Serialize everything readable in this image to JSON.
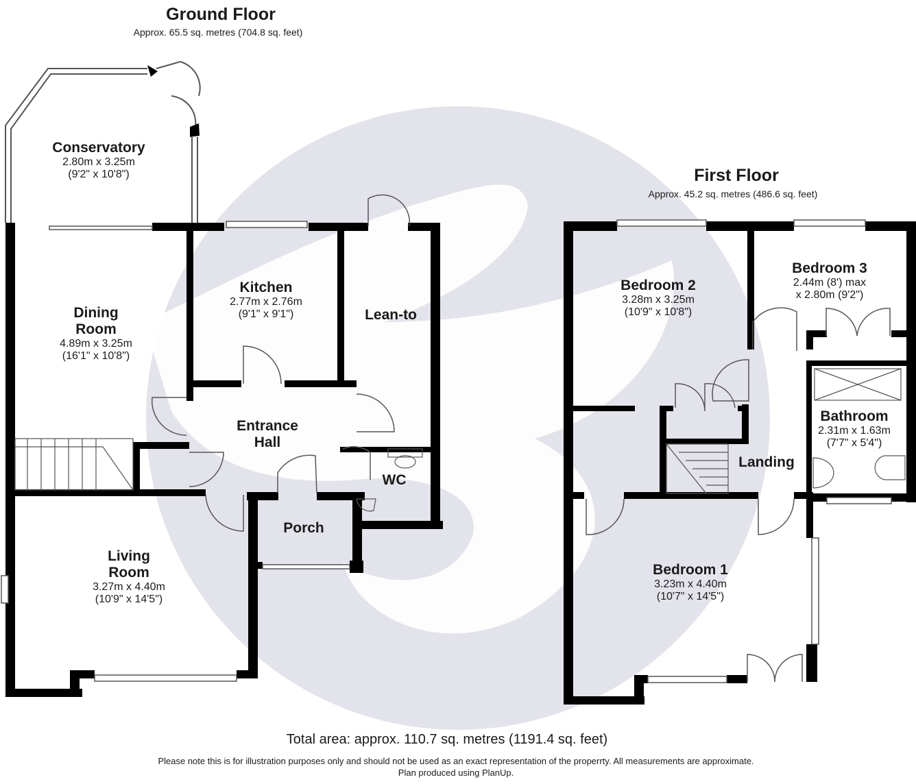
{
  "ground_floor": {
    "title": "Ground Floor",
    "area": "Approx. 65.5 sq. metres (704.8 sq. feet)",
    "rooms": {
      "conservatory": {
        "name": "Conservatory",
        "dim_m": "2.80m x 3.25m",
        "dim_ft": "(9'2\" x 10'8\")"
      },
      "kitchen": {
        "name": "Kitchen",
        "dim_m": "2.77m x 2.76m",
        "dim_ft": "(9'1\" x 9'1\")"
      },
      "dining_room": {
        "name_line1": "Dining",
        "name_line2": "Room",
        "dim_m": "4.89m x 3.25m",
        "dim_ft": "(16'1\" x 10'8\")"
      },
      "lean_to": {
        "name": "Lean-to"
      },
      "entrance_hall": {
        "name_line1": "Entrance",
        "name_line2": "Hall"
      },
      "wc": {
        "name": "WC"
      },
      "porch": {
        "name": "Porch"
      },
      "living_room": {
        "name_line1": "Living",
        "name_line2": "Room",
        "dim_m": "3.27m x 4.40m",
        "dim_ft": "(10'9\" x 14'5\")"
      }
    }
  },
  "first_floor": {
    "title": "First Floor",
    "area": "Approx. 45.2 sq. metres (486.6 sq. feet)",
    "rooms": {
      "bedroom_2": {
        "name": "Bedroom 2",
        "dim_m": "3.28m x 3.25m",
        "dim_ft": "(10'9\" x 10'8\")"
      },
      "bedroom_3": {
        "name": "Bedroom 3",
        "dim_m": "2.44m (8') max",
        "dim_ft": "x 2.80m (9'2\")"
      },
      "bathroom": {
        "name": "Bathroom",
        "dim_m": "2.31m x 1.63m",
        "dim_ft": "(7'7\" x 5'4\")"
      },
      "landing": {
        "name": "Landing"
      },
      "bedroom_1": {
        "name": "Bedroom 1",
        "dim_m": "3.23m x 4.40m",
        "dim_ft": "(10'7\" x 14'5\")"
      }
    }
  },
  "footer": {
    "total_area": "Total area: approx. 110.7 sq. metres (1191.4 sq. feet)",
    "disclaimer": "Please note this is for illustration purposes only and should not be used as an exact representation of the properrty. All measurements are approximate.",
    "credit": "Plan produced using PlanUp."
  },
  "colors": {
    "wall": "#000000",
    "watermark": "#e3e3eb",
    "line": "#555555"
  }
}
